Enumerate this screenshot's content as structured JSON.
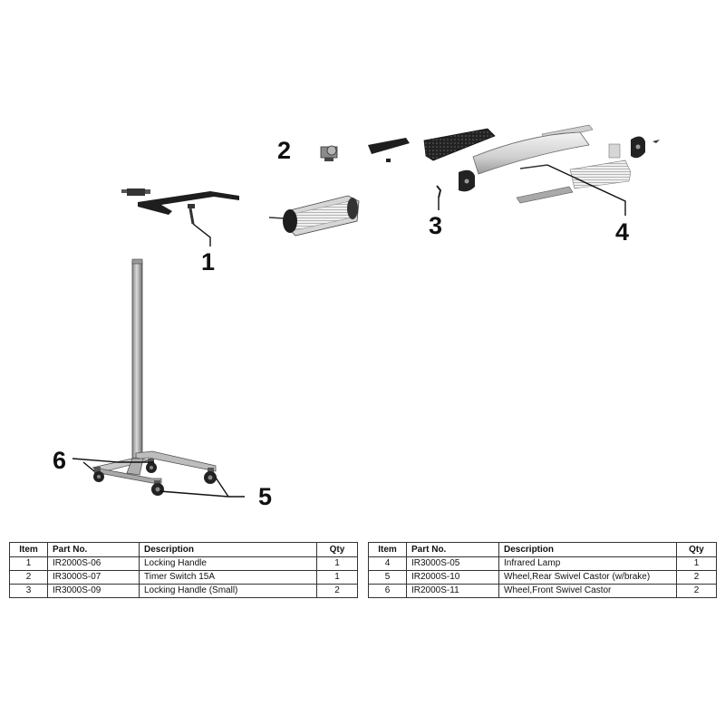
{
  "callouts": [
    {
      "id": "1",
      "label": "1"
    },
    {
      "id": "2",
      "label": "2"
    },
    {
      "id": "3",
      "label": "3"
    },
    {
      "id": "4",
      "label": "4"
    },
    {
      "id": "5",
      "label": "5"
    },
    {
      "id": "6",
      "label": "6"
    }
  ],
  "table_headers": {
    "item": "Item",
    "part_no": "Part No.",
    "description": "Description",
    "qty": "Qty"
  },
  "parts_left": [
    {
      "item": "1",
      "part_no": "IR2000S-06",
      "description": "Locking Handle",
      "qty": "1"
    },
    {
      "item": "2",
      "part_no": "IR3000S-07",
      "description": "Timer Switch 15A",
      "qty": "1"
    },
    {
      "item": "3",
      "part_no": "IR3000S-09",
      "description": "Locking Handle (Small)",
      "qty": "2"
    }
  ],
  "parts_right": [
    {
      "item": "4",
      "part_no": "IR3000S-05",
      "description": "Infrared Lamp",
      "qty": "1"
    },
    {
      "item": "5",
      "part_no": "IR2000S-10",
      "description": "Wheel,Rear Swivel Castor (w/brake)",
      "qty": "2"
    },
    {
      "item": "6",
      "part_no": "IR2000S-11",
      "description": "Wheel,Front Swivel Castor",
      "qty": "2"
    }
  ],
  "colors": {
    "line": "#111111",
    "metal_light": "#c8c8c8",
    "metal_dark": "#555555",
    "part_black": "#1e1e1e"
  }
}
